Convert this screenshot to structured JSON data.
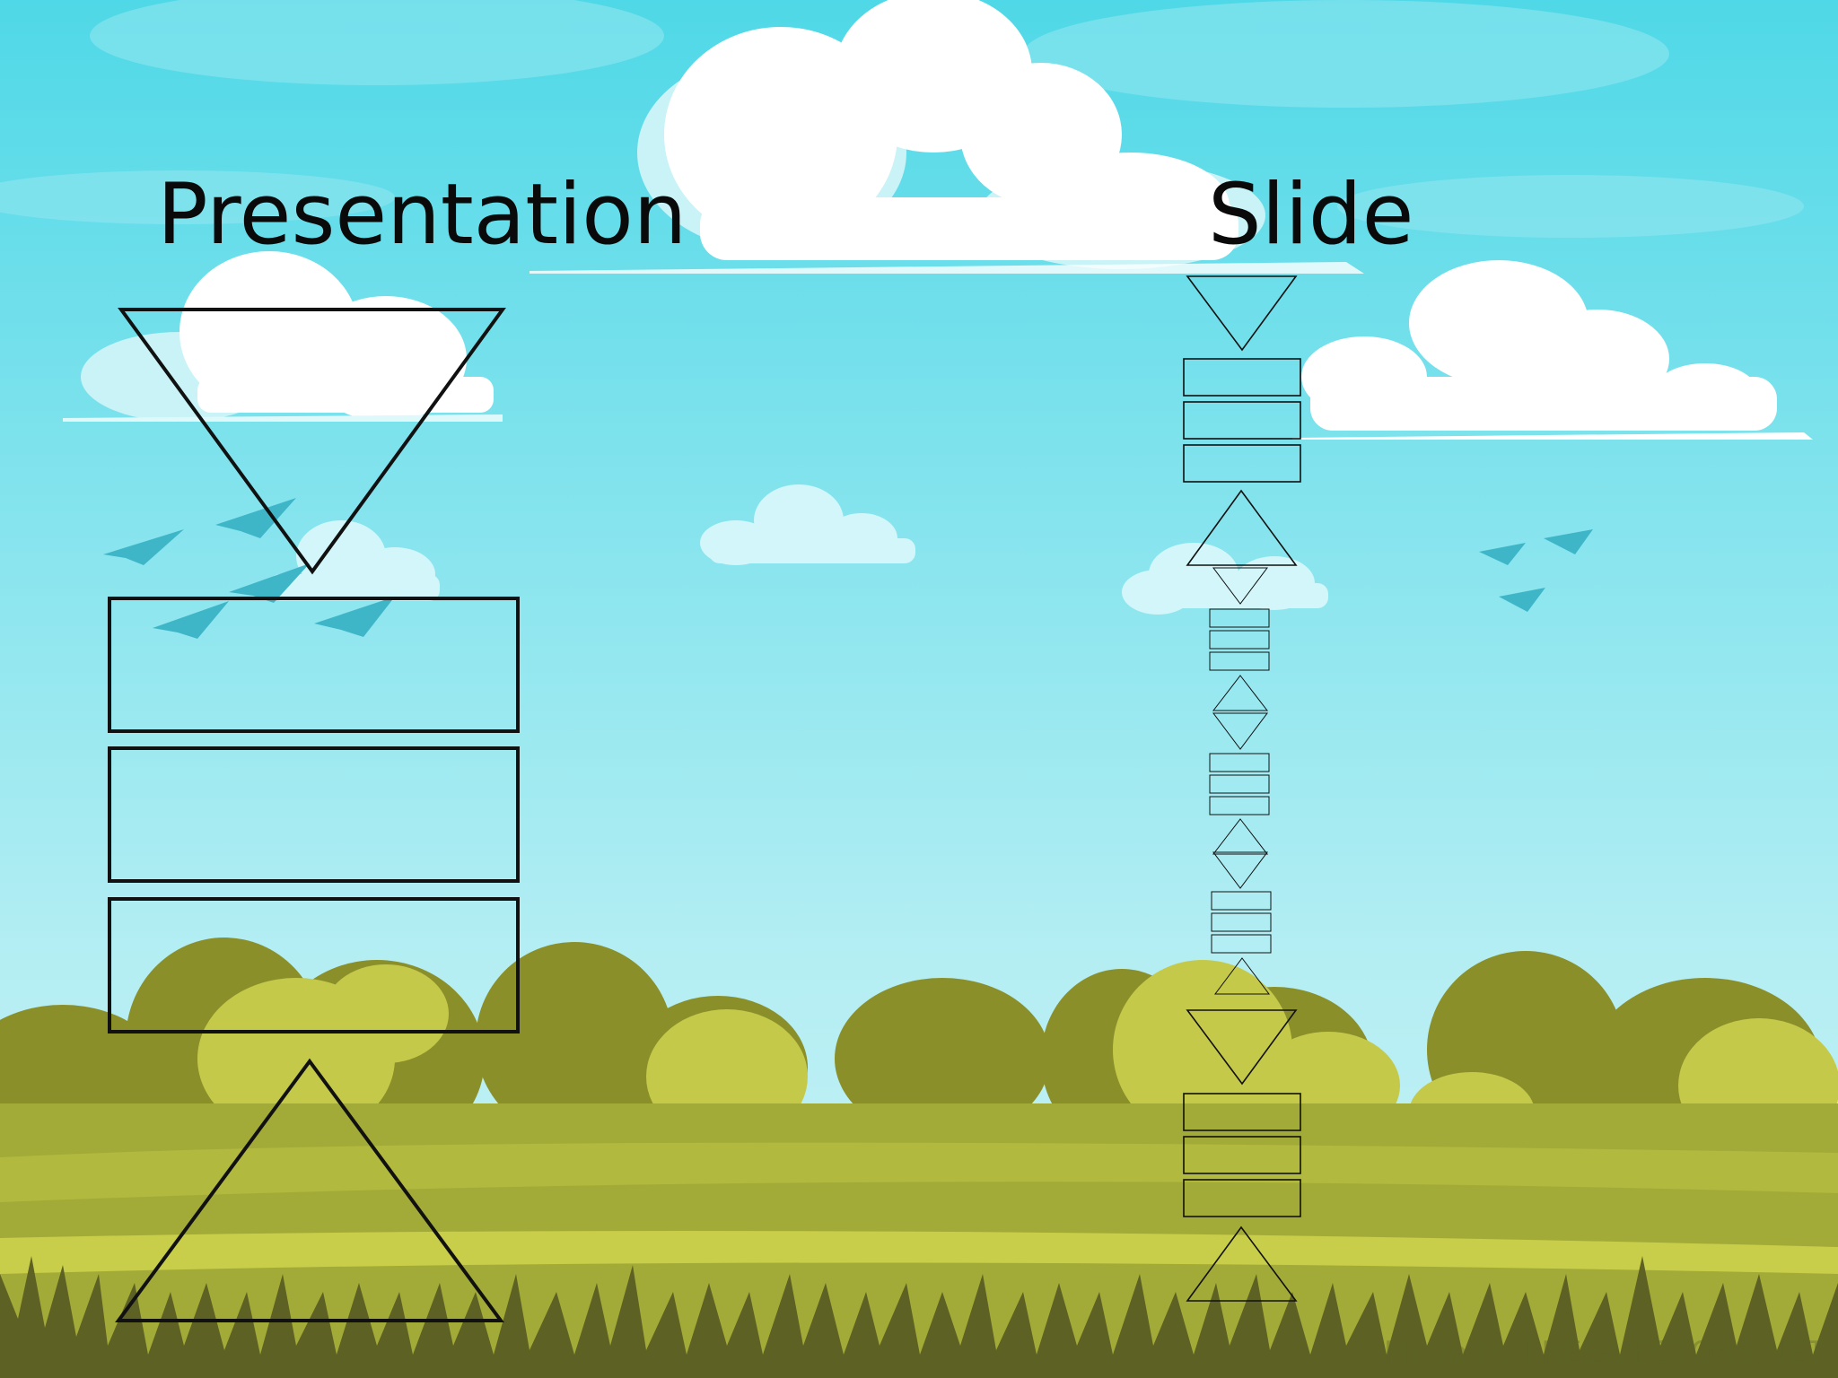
{
  "slide": {
    "title_left": "Presentation",
    "title_right": "Slide",
    "watermark": "Made by FREE-VECTORS.NET"
  },
  "colors": {
    "sky_top": "#56d9e8",
    "sky_bottom": "#bff0f4",
    "cloud": "#ffffff",
    "bird": "#3fb6c8",
    "bush_dark": "#8a8f2a",
    "bush_light": "#c5c94a",
    "field": "#a3ab38",
    "grass_dark": "#5d6123",
    "outline": "#111111"
  },
  "icons": {
    "large_structure": "presentation-structure-icon",
    "small_structure": "slide-structure-icon"
  }
}
